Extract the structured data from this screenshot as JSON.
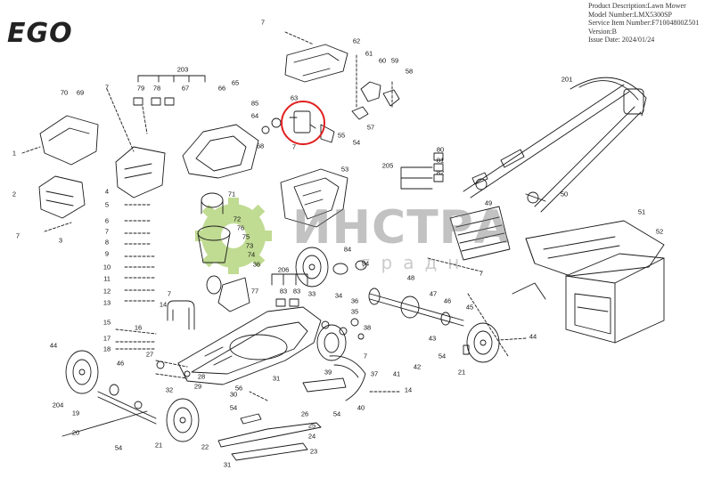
{
  "brand": "EGO",
  "info": {
    "product_description": "Product Description:Lawn Mower",
    "model_number": "Model Number:LMX5300SP",
    "service_item_number": "Service Item Number:F71004800Z501",
    "version": "Version:B",
    "issue_date": "Issue Date: 2024/01/24"
  },
  "watermark": {
    "title": "ИНСТРА",
    "subtitle": "градн"
  },
  "colors": {
    "line": "#1a1a1a",
    "highlight": "#e02020",
    "watermark_green": "#8dbf3a"
  },
  "callouts": [
    "1",
    "2",
    "3",
    "4",
    "5",
    "6",
    "7",
    "8",
    "9",
    "10",
    "11",
    "12",
    "13",
    "14",
    "15",
    "16",
    "17",
    "18",
    "19",
    "20",
    "21",
    "22",
    "23",
    "24",
    "25",
    "26",
    "27",
    "28",
    "29",
    "30",
    "31",
    "32",
    "33",
    "34",
    "35",
    "36",
    "37",
    "38",
    "39",
    "40",
    "41",
    "42",
    "43",
    "44",
    "45",
    "46",
    "47",
    "48",
    "49",
    "50",
    "51",
    "52",
    "53",
    "54",
    "55",
    "56",
    "57",
    "58",
    "59",
    "60",
    "61",
    "62",
    "63",
    "64",
    "65",
    "66",
    "67",
    "68",
    "69",
    "70",
    "71",
    "72",
    "73",
    "74",
    "75",
    "76",
    "77",
    "78",
    "79",
    "80",
    "81",
    "82",
    "83",
    "84",
    "85",
    "201",
    "203",
    "204",
    "205",
    "206"
  ]
}
